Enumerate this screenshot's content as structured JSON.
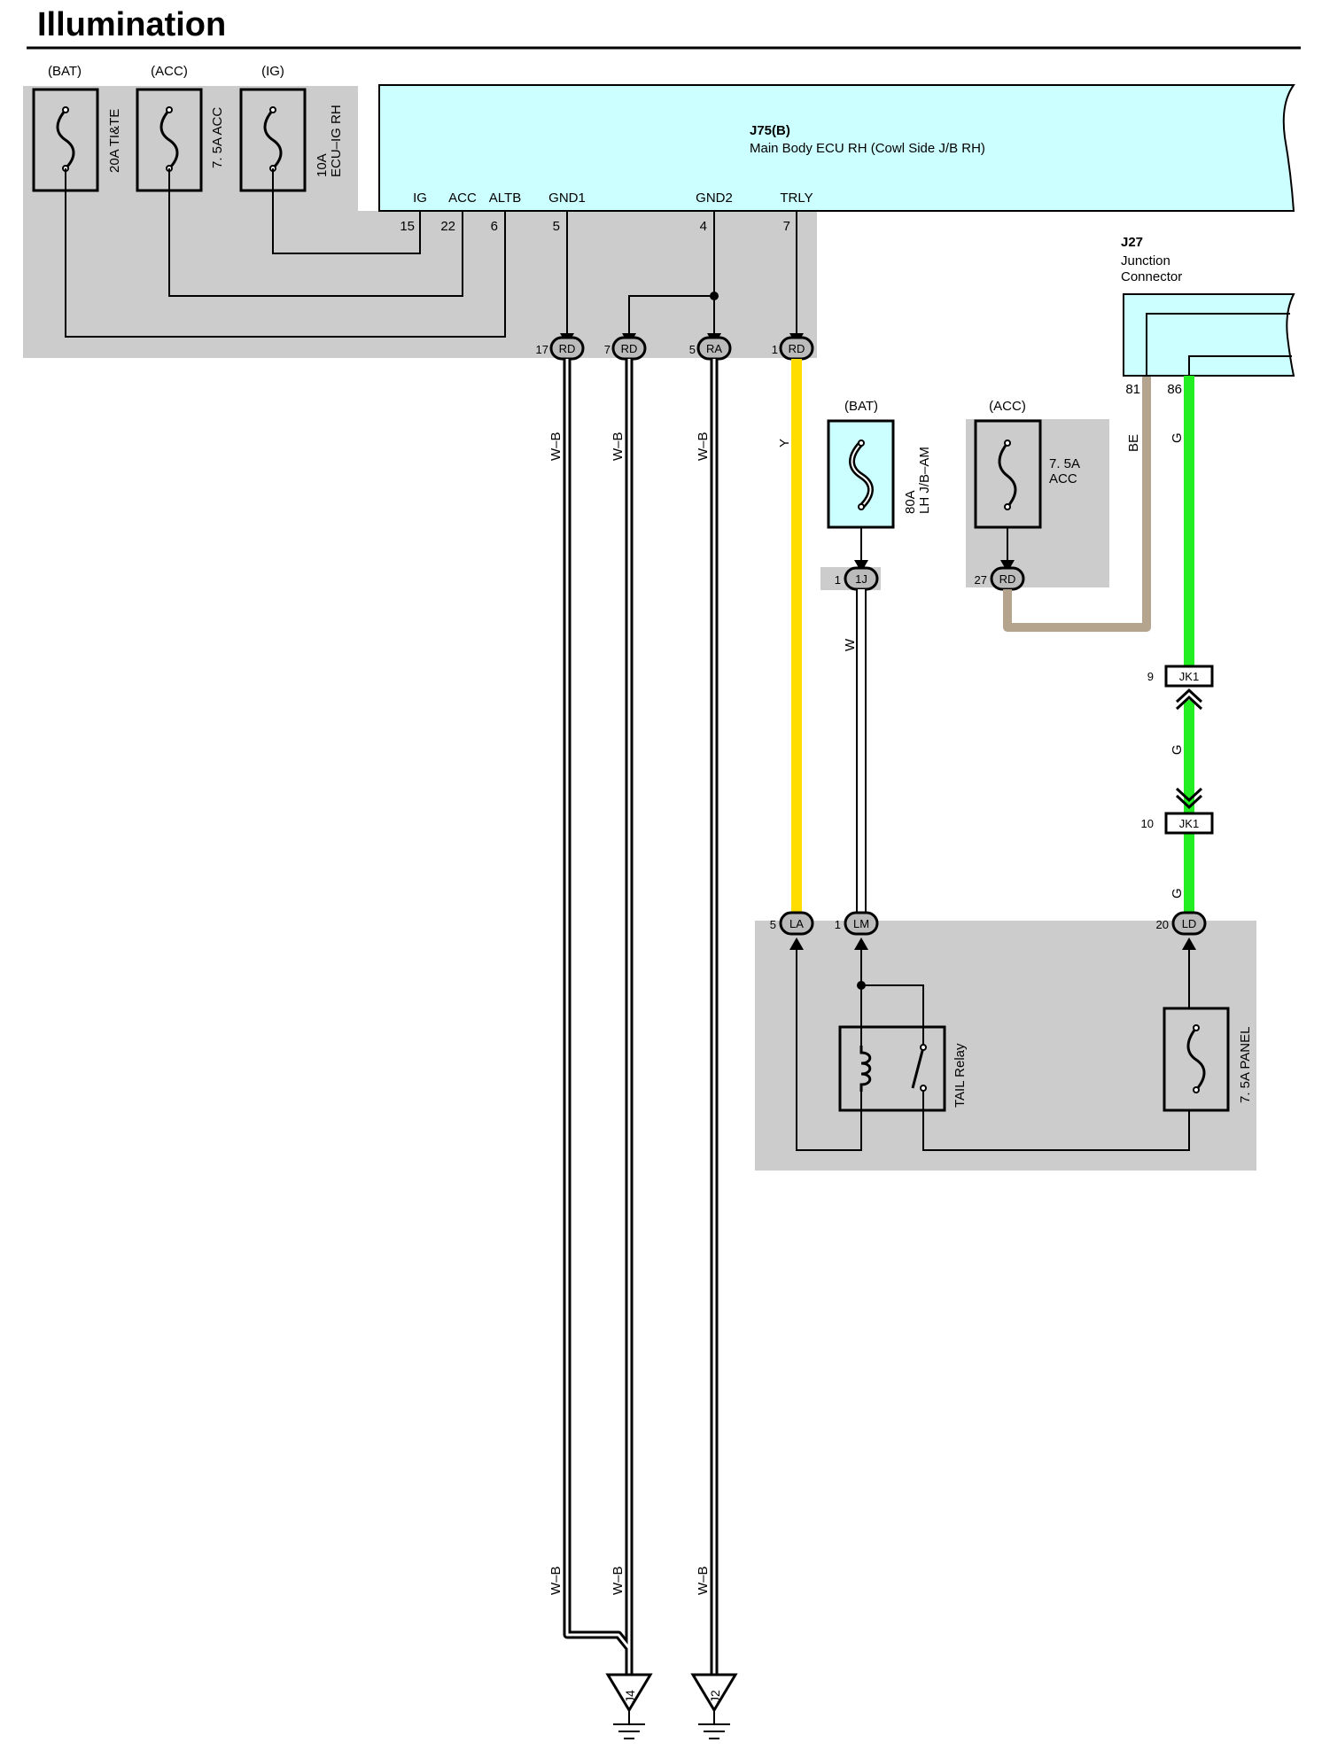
{
  "title": "Illumination",
  "fuses_top": [
    {
      "source": "(BAT)",
      "rating_line1": "20A TI&TE",
      "rating_line2": ""
    },
    {
      "source": "(ACC)",
      "rating_line1": "7. 5A ACC",
      "rating_line2": ""
    },
    {
      "source": "(IG)",
      "rating_line1": "10A",
      "rating_line2": "ECU–IG RH"
    }
  ],
  "ecu": {
    "id": "J75(B)",
    "name": "Main Body ECU RH (Cowl Side J/B RH)",
    "pins": [
      {
        "label": "IG",
        "num": "15"
      },
      {
        "label": "ACC",
        "num": "22"
      },
      {
        "label": "ALTB",
        "num": "6"
      },
      {
        "label": "GND1",
        "num": "5"
      },
      {
        "label": "GND2",
        "num": "4"
      },
      {
        "label": "TRLY",
        "num": "7"
      }
    ]
  },
  "jb_connectors": [
    {
      "num": "17",
      "code": "RD"
    },
    {
      "num": "7",
      "code": "RD"
    },
    {
      "num": "5",
      "code": "RA"
    },
    {
      "num": "1",
      "code": "RD"
    }
  ],
  "wire_colors": {
    "wb": "W–B",
    "y": "Y",
    "w": "W",
    "be": "BE",
    "g": "G"
  },
  "colors": {
    "ecu_fill": "#ccffff",
    "gray_block": "#cccccc",
    "yellow_wire": "#ffdd00",
    "green_wire": "#22ee22",
    "beige_wire": "#b4a48e"
  },
  "j27": {
    "id": "J27",
    "line1": "Junction",
    "line2": "Connector",
    "pin_a": "81",
    "pin_b": "86"
  },
  "fuse_bat_mid": {
    "source": "(BAT)",
    "rating_line1": "80A",
    "rating_line2": "LH J/B–AM"
  },
  "fuse_acc_mid": {
    "source": "(ACC)",
    "rating_line1": "7. 5A",
    "rating_line2": "ACC"
  },
  "conn_1j": {
    "num": "1",
    "code": "1J"
  },
  "conn_27rd": {
    "num": "27",
    "code": "RD"
  },
  "jk1_upper": {
    "num": "9",
    "code": "JK1"
  },
  "jk1_lower": {
    "num": "10",
    "code": "JK1"
  },
  "bottom_block": {
    "conn_la": {
      "num": "5",
      "code": "LA"
    },
    "conn_lm": {
      "num": "1",
      "code": "LM"
    },
    "conn_ld": {
      "num": "20",
      "code": "LD"
    },
    "relay_label": "TAIL Relay",
    "panel_fuse_label": "7. 5A PANEL"
  },
  "grounds": [
    {
      "code": "J4"
    },
    {
      "code": "J2"
    }
  ]
}
